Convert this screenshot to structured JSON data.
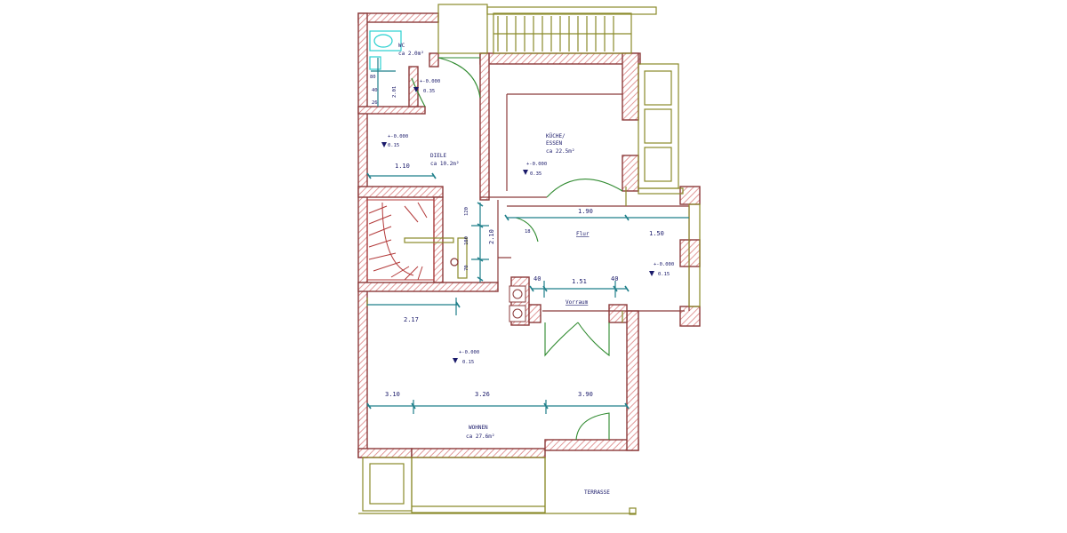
{
  "colors": {
    "wall": "#8b3a3a",
    "hatch": "#e8a0a0",
    "dimension": "#1f7f8a",
    "door": "#2f8a2f",
    "text": "#1a1a6a",
    "window": "#8a8a2a",
    "fixture": "#2ad0d0"
  },
  "rooms": {
    "wc": {
      "name": "WC",
      "area": "ca 2.0m²"
    },
    "diele": {
      "name": "DIELE",
      "area": "ca 10.2m²"
    },
    "kueche": {
      "name": "KÜCHE/",
      "name2": "ESSEN",
      "area": "ca 22.5m²"
    },
    "flur": {
      "name": "Flur"
    },
    "wohnen": {
      "name": "WOHNEN",
      "area": "ca 27.6m²"
    },
    "terrasse": {
      "name": "TERRASSE"
    },
    "vorraum": {
      "name": "Vorraum"
    }
  },
  "dimensions": {
    "d_diele": "1.10",
    "d_kueche": "1.90",
    "d_flur_right": "1.50",
    "d_flur_mid": "1.51",
    "d_flur_l": "40",
    "d_flur_r": "40",
    "d_wohnen_top": "2.17",
    "d_w1": "3.10",
    "d_w2": "3.26",
    "d_w3": "3.90",
    "d_vert": "2.10",
    "d_v1": "120",
    "d_v2": "100",
    "d_v3": "70"
  },
  "levels": {
    "wc": {
      "a": "+-0.000",
      "b": "0.35"
    },
    "diele": {
      "a": "+-0.000",
      "b": "0.15"
    },
    "kueche": {
      "a": "+-0.000",
      "b": "0.35"
    },
    "flur": {
      "a": "+-0.000",
      "b": "0.15"
    },
    "wohnen": {
      "a": "+-0.000",
      "b": "0.15"
    }
  },
  "wc_details": {
    "a": "2.01",
    "b": "80",
    "c": "40",
    "d": "26"
  },
  "flur_note": "18"
}
